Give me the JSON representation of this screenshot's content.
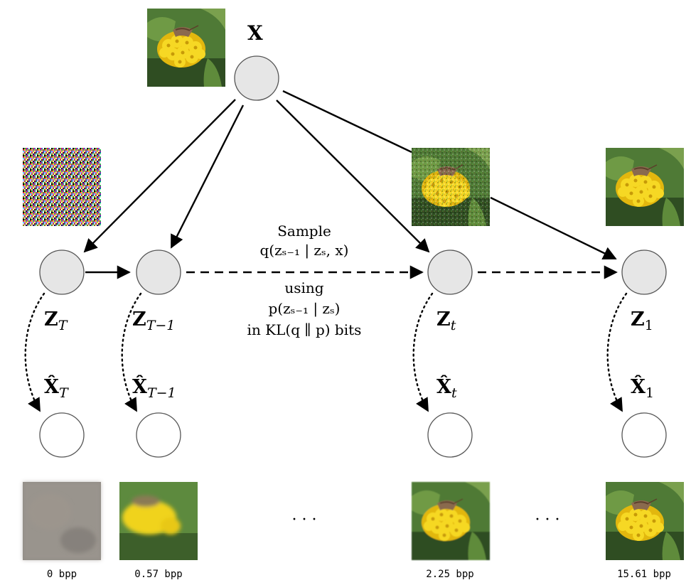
{
  "nodes": {
    "x": {
      "label": "X"
    },
    "z_T": {
      "label": "Z",
      "sub": "T"
    },
    "z_T1": {
      "label": "Z",
      "sub": "T−1"
    },
    "z_t": {
      "label": "Z",
      "sub": "t"
    },
    "z_1": {
      "label": "Z",
      "sub": "1"
    },
    "xhat_T": {
      "label": "X̂",
      "sub": "T"
    },
    "xhat_T1": {
      "label": "X̂",
      "sub": "T−1"
    },
    "xhat_t": {
      "label": "X̂",
      "sub": "t"
    },
    "xhat_1": {
      "label": "X̂",
      "sub": "1"
    }
  },
  "annotation": {
    "line1": "Sample",
    "line2": "q(zₛ₋₁ | zₛ, x)",
    "line3": "using",
    "line4": "p(zₛ₋₁ | zₛ)",
    "line5": "in KL(q ∥ p) bits"
  },
  "ellipsis": [
    "· · ·",
    "· · ·"
  ],
  "bitrates": [
    "0 bpp",
    "0.57 bpp",
    "2.25 bpp",
    "15.61 bpp"
  ],
  "colors": {
    "node_fill": "#e6e6e6",
    "flower_yellow": "#f2d11c",
    "leaf_green": "#3f6b2a"
  },
  "icons": {
    "original_image": "flower-photo",
    "noise_image": "noise-photo"
  }
}
